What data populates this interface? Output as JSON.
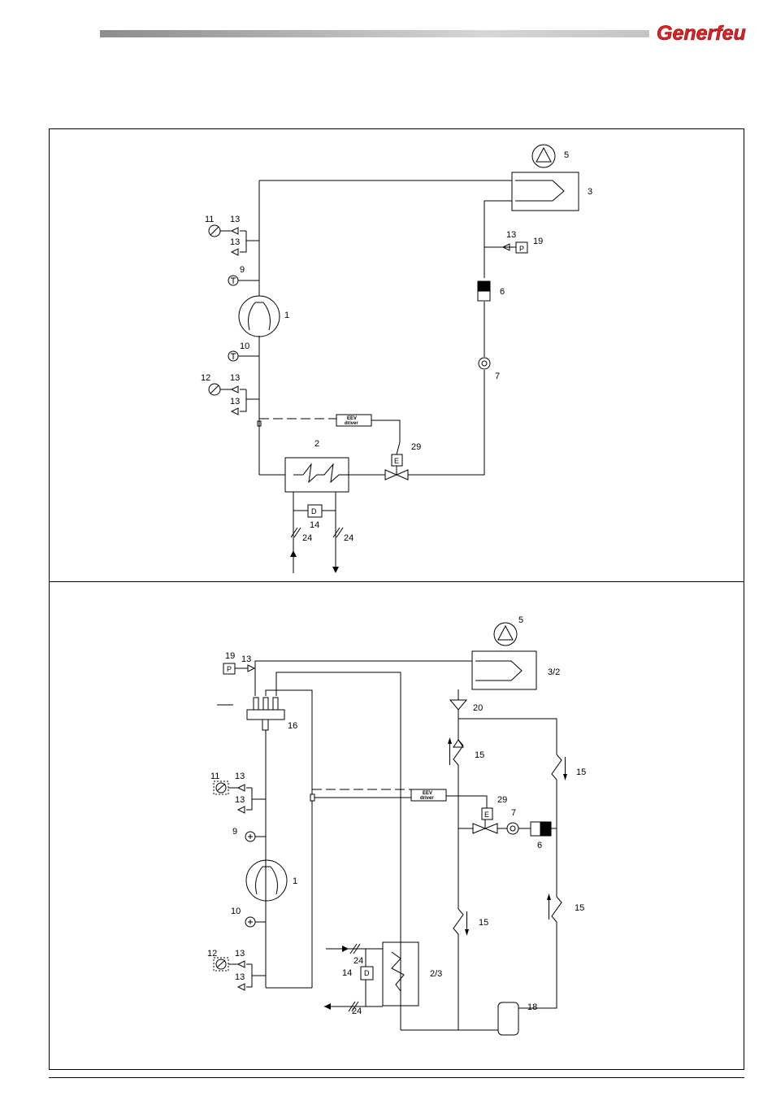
{
  "brand": {
    "logo_text": "Generfeu",
    "accent_color": "#e31e25"
  },
  "top_diagram": {
    "labels": {
      "compressor": "1",
      "evaporator": "2",
      "condenser": "3",
      "fan": "5",
      "filter": "6",
      "sight_glass": "7",
      "temp_discharge": "9",
      "temp_suction": "10",
      "gauge_high": "11",
      "gauge_low": "12",
      "valve_a": "13",
      "valve_b": "13",
      "valve_c": "13",
      "valve_d": "13",
      "valve_p": "13",
      "pressure_switch": "19",
      "flow_switch": "14",
      "water_in": "24",
      "water_out": "24",
      "eev": "29",
      "eev_driver_1": "EEV",
      "eev_driver_2": "driver",
      "p_symbol": "P",
      "e_symbol": "E",
      "d_symbol": "D"
    }
  },
  "bottom_diagram": {
    "labels": {
      "compressor": "1",
      "plate_exchanger": "2/3",
      "coil": "3/2",
      "fan": "5",
      "filter": "6",
      "sight_glass": "7",
      "temp_discharge": "9",
      "temp_suction": "10",
      "gauge_high": "11",
      "gauge_low": "12",
      "valve_a": "13",
      "valve_b": "13",
      "valve_c": "13",
      "valve_d": "13",
      "valve_p": "13",
      "flow_switch": "14",
      "check_valve_a": "15",
      "check_valve_b": "15",
      "check_valve_c": "15",
      "check_valve_d": "15",
      "four_way_valve": "16",
      "receiver": "18",
      "pressure_switch": "19",
      "distributor": "20",
      "water_in": "24",
      "water_out": "24",
      "eev": "29",
      "eev_driver_1": "EEV",
      "eev_driver_2": "driver",
      "p_symbol": "P",
      "e_symbol": "E",
      "d_symbol": "D"
    }
  }
}
